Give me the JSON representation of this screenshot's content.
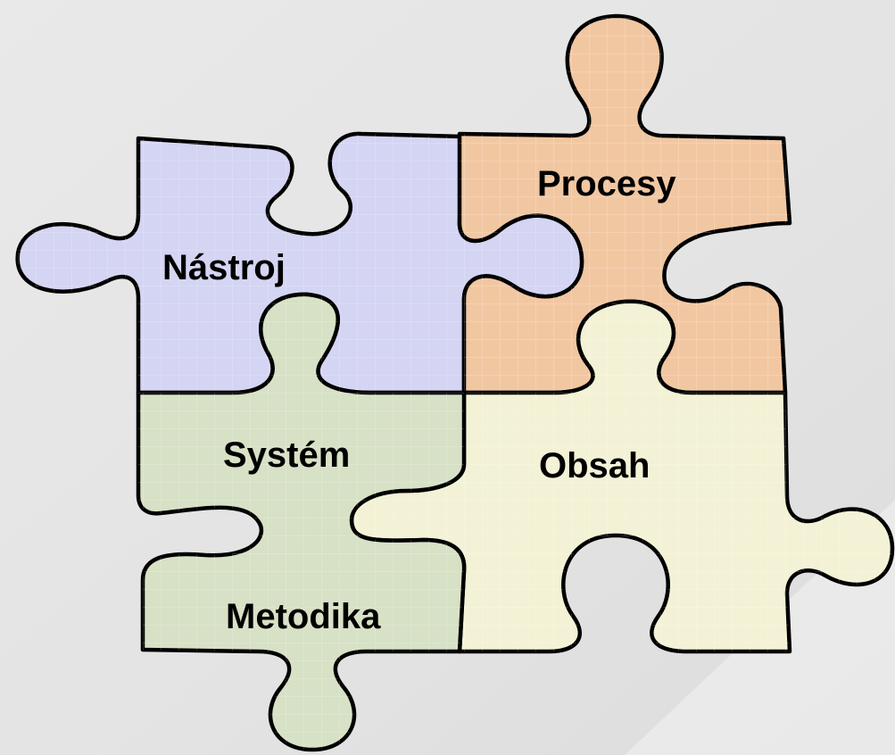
{
  "pieces": {
    "top_left": {
      "label": "Nástroj",
      "color": "#d4d4f3"
    },
    "top_right": {
      "label": "Procesy",
      "color": "#f1c7a2"
    },
    "bottom_left": {
      "label": "Systém",
      "color": "#d7e1c5"
    },
    "bottom_left_2": {
      "label": "Metodika"
    },
    "bottom_right": {
      "label": "Obsah",
      "color": "#f3f2d6"
    }
  },
  "background": "#e6e6e6",
  "outline": "#000000"
}
